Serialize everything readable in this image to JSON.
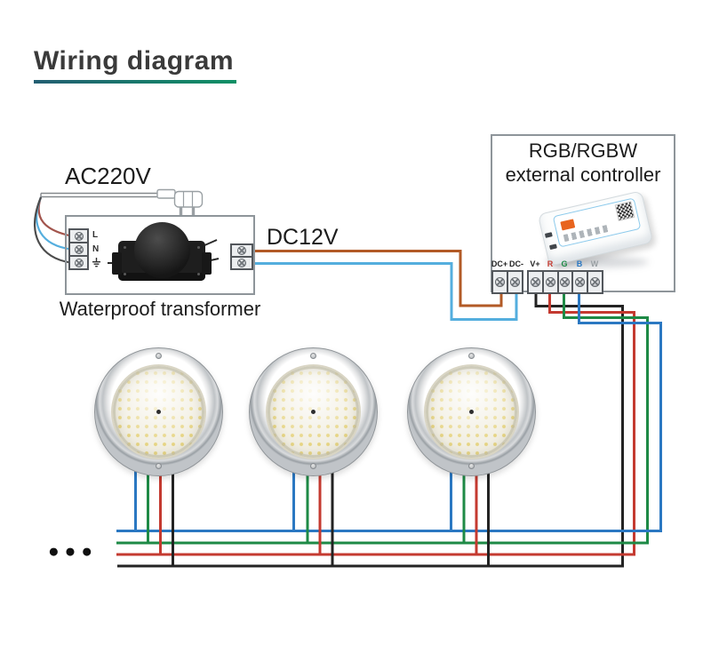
{
  "header": {
    "title": "Wiring diagram"
  },
  "colors": {
    "title": "#3a3a3a",
    "underline_left": "#235e72",
    "underline_right": "#0f9065",
    "outline": "#8e959a",
    "wire_red": "#c43a30",
    "wire_green": "#1e8a46",
    "wire_blue": "#2b78c2",
    "wire_black": "#232323",
    "wire_light_blue": "#54aede",
    "wire_orange": "#b25a26",
    "wire_brown": "#a2544c",
    "wire_gray": "#4c4c4c",
    "label_gray": "#9aa0a4"
  },
  "transformer": {
    "ac_label": "AC220V",
    "dc_label": "DC12V",
    "caption": "Waterproof transformer",
    "left_terminals": [
      {
        "label": "L"
      },
      {
        "label": "N"
      },
      {
        "label": "",
        "icon": "earth-ground"
      }
    ]
  },
  "controller": {
    "title_line1": "RGB/RGBW",
    "title_line2": "external controller",
    "terminals": [
      {
        "label": "DC+",
        "color": "#232323"
      },
      {
        "label": "DC-",
        "color": "#232323"
      },
      {
        "label": "V+",
        "color": "#232323"
      },
      {
        "label": "R",
        "color": "#c43a30"
      },
      {
        "label": "G",
        "color": "#1e8a46"
      },
      {
        "label": "B",
        "color": "#2b78c2"
      },
      {
        "label": "W",
        "color": "#9aa0a4"
      }
    ]
  },
  "lights": [
    {
      "name": "pool-light-1"
    },
    {
      "name": "pool-light-2"
    },
    {
      "name": "pool-light-3"
    }
  ],
  "ellipsis": "●●●"
}
